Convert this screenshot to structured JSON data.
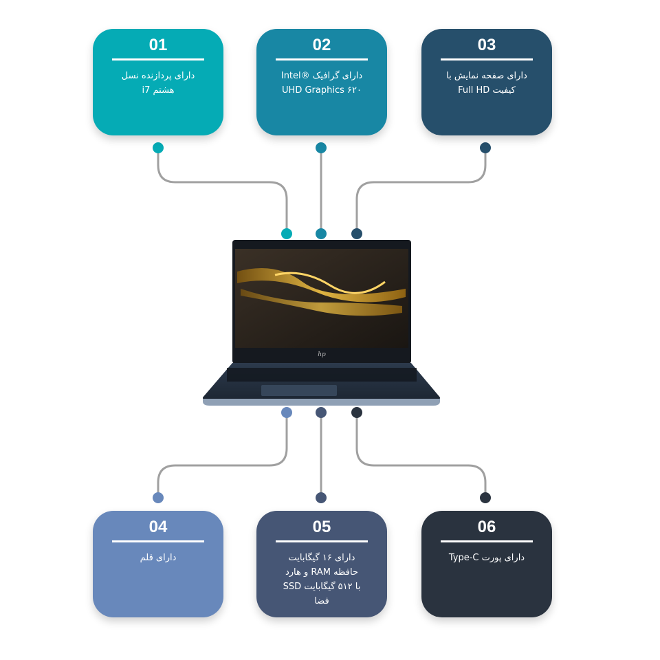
{
  "cards": [
    {
      "number": "01",
      "lines": [
        "دارای پردازنده نسل",
        "هشتم i7"
      ],
      "color": "#05abb5"
    },
    {
      "number": "02",
      "lines": [
        "دارای گرافیک ®Intel",
        "UHD Graphics ۶۲۰"
      ],
      "color": "#1887a4"
    },
    {
      "number": "03",
      "lines": [
        "دارای صفحه نمایش با",
        "کیفیت Full HD"
      ],
      "color": "#264f6b"
    },
    {
      "number": "04",
      "lines": [
        "دارای قلم"
      ],
      "color": "#6888bb"
    },
    {
      "number": "05",
      "lines": [
        "دارای ۱۶ گیگابایت",
        "حافظه RAM و هارد",
        "SSD با ۵۱۲ گیگابایت",
        "فضا"
      ],
      "color": "#465675"
    },
    {
      "number": "06",
      "lines": [
        "دارای پورت Type-C"
      ],
      "color": "#2a333f"
    }
  ],
  "connector_color": "#9a9a9a",
  "laptop": {
    "logo": "hp"
  }
}
